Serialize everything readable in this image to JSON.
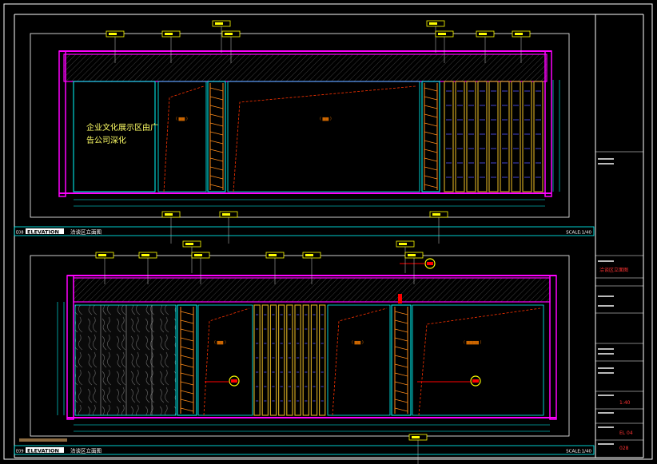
{
  "elevation_a": {
    "tag": "E08",
    "title_word": "ELEVATION",
    "title_cn": "洽谈区立面图",
    "scale": "SCALE:1/40",
    "wall_note": "企业文化展示区由广告公司深化"
  },
  "elevation_b": {
    "tag": "E09",
    "title_word": "ELEVATION",
    "title_cn": "洽谈区立面图",
    "scale": "SCALE:1/40"
  },
  "title_block": {
    "project_name": "洽谈区立面图",
    "scale_value": "1:40",
    "drawing_no": "EL 04",
    "sheet_no": "028"
  },
  "colors": {
    "frame": "#ffffff",
    "wall": "#ff00ff",
    "glass_cyan": "#00ffff",
    "shelf_orange": "#ff8c1a",
    "rack_gold": "#c8a020",
    "tag_yellow": "#ffff00",
    "red_marker": "#ff0000"
  }
}
